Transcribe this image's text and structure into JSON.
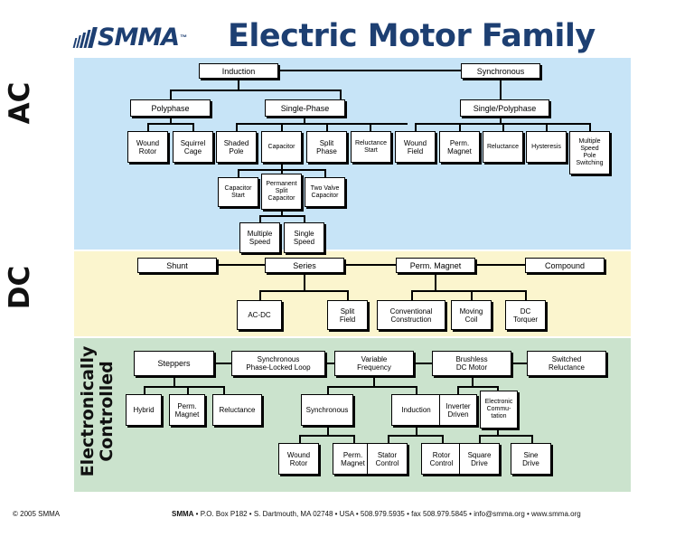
{
  "header": {
    "logo_text": "SMMA",
    "logo_tm": "™",
    "logo_icon": "smma-wave-logo",
    "title": "Electric Motor Family"
  },
  "sections": [
    {
      "id": "ac",
      "label": "AC",
      "color": "#c7e4f7"
    },
    {
      "id": "dc",
      "label": "DC",
      "color": "#fbf5ce"
    },
    {
      "id": "ec",
      "label_line1": "Electronically",
      "label_line2": "Controlled",
      "color": "#cbe3cd"
    }
  ],
  "ac": {
    "root_left": "Induction",
    "root_right": "Synchronous",
    "induction_children": [
      "Polyphase",
      "Single-Phase"
    ],
    "polyphase_leaves": [
      "Wound\nRotor",
      "Squirrel\nCage"
    ],
    "single_phase_leaves": [
      "Shaded\nPole",
      "Capacitor",
      "Split\nPhase",
      "Reluctance\nStart"
    ],
    "capacitor_children": [
      "Capacitor\nStart",
      "Permanent\nSplit\nCapacitor",
      "Two Valve\nCapacitor"
    ],
    "psc_children": [
      "Multiple\nSpeed",
      "Single\nSpeed"
    ],
    "synchronous_child": "Single/Polyphase",
    "single_polyphase_leaves": [
      "Wound\nField",
      "Perm.\nMagnet",
      "Reluctance",
      "Hysteresis",
      "Multiple\nSpeed\nPole\nSwitching"
    ]
  },
  "dc": {
    "top_row": [
      "Shunt",
      "Series",
      "Perm. Magnet",
      "Compound"
    ],
    "series_children": [
      "AC-DC",
      "Split\nField"
    ],
    "perm_magnet_children": [
      "Conventional\nConstruction",
      "Moving\nCoil",
      "DC\nTorquer"
    ]
  },
  "ec": {
    "top_row": [
      "Steppers",
      "Synchronous\nPhase-Locked Loop",
      "Variable\nFrequency",
      "Brushless\nDC Motor",
      "Switched\nReluctance"
    ],
    "steppers_children": [
      "Hybrid",
      "Perm.\nMagnet",
      "Reluctance"
    ],
    "variable_frequency_children": [
      "Synchronous",
      "Induction"
    ],
    "brushless_children": [
      "Inverter\nDriven",
      "Electronic\nCommu-\ntation"
    ],
    "synchronous_leaves": [
      "Wound\nRotor",
      "Perm.\nMagnet"
    ],
    "induction_leaves": [
      "Stator\nControl",
      "Rotor\nControl"
    ],
    "electronic_commutation_leaves": [
      "Square\nDrive",
      "Sine\nDrive"
    ]
  },
  "footer": {
    "copyright": "© 2005 SMMA",
    "org": "SMMA",
    "contact": " • P.O. Box P182 • S. Dartmouth, MA 02748 • USA • 508.979.5935 • fax 508.979.5845 • info@smma.org • www.smma.org"
  },
  "colors": {
    "brand": "#1d3f72",
    "ac_band": "#c7e4f7",
    "dc_band": "#fbf5ce",
    "ec_band": "#cbe3cd",
    "node_fill": "#ffffff",
    "line": "#000000"
  }
}
